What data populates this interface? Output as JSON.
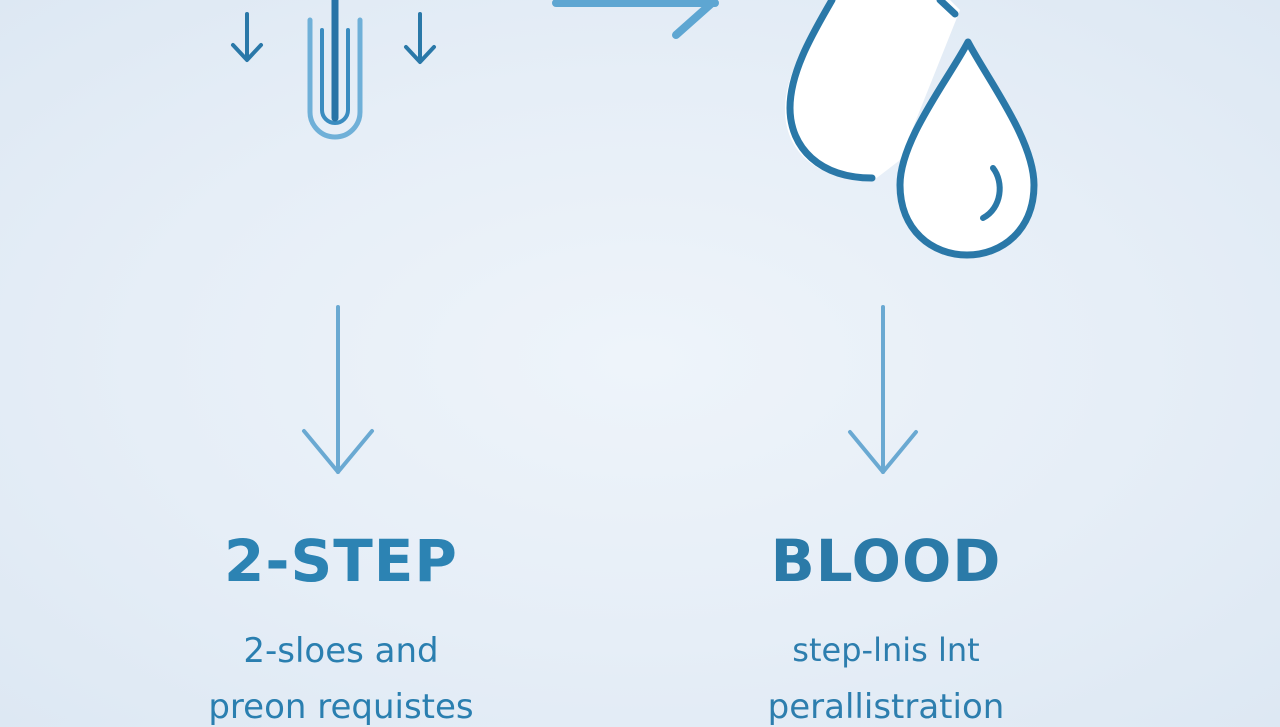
{
  "columns": [
    {
      "title": "2-STEP",
      "description": [
        "2-sloes and",
        "preon requistes"
      ]
    },
    {
      "title": "BLOOD",
      "description": [
        "step-lnis lnt",
        "perallistration"
      ]
    }
  ],
  "colors": {
    "background": "#e6eef7",
    "primary_blue": "#2b7aa8",
    "light_blue": "#5aa2cf",
    "drop_fill": "#ffffff"
  },
  "icons": [
    "test-tube-icon",
    "blood-drops-icon",
    "arrow-right-icon",
    "arrow-down-icon"
  ]
}
